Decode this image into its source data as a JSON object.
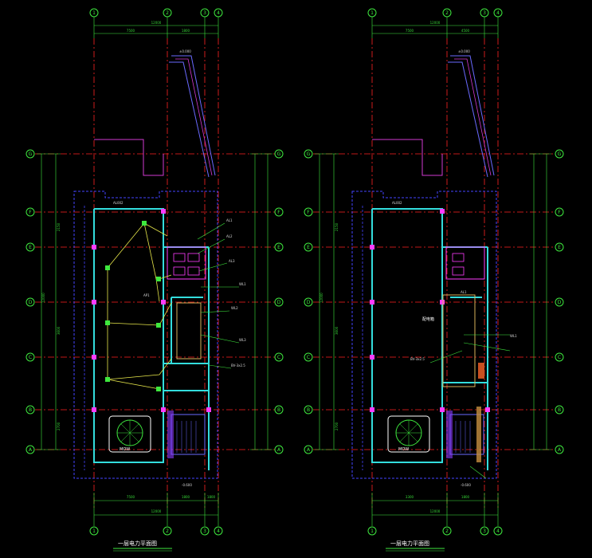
{
  "drawings": [
    {
      "id": "left",
      "title": "一层电力平面图",
      "col_axes": [
        "1",
        "2",
        "3",
        "4"
      ],
      "row_axes": [
        "G",
        "F",
        "E",
        "D",
        "C",
        "B",
        "A"
      ],
      "top_dims": [
        "12000",
        "7500",
        "1800"
      ],
      "bottom_dims": [
        "7500",
        "1800",
        "1800"
      ],
      "left_dims": [
        "2150",
        "3600",
        "2700"
      ],
      "total_dim": "12000",
      "level_top": "±0.000",
      "level_bottom": "-0.600",
      "panel": "AL002",
      "unit": "MOW",
      "annotations": [
        "AL1",
        "AL2",
        "AL3",
        "WL1",
        "WL2",
        "WL3",
        "BV-3x2.5",
        "AP1"
      ]
    },
    {
      "id": "right",
      "title": "一层电力平面图",
      "col_axes": [
        "1",
        "2",
        "3",
        "4"
      ],
      "row_axes": [
        "G",
        "F",
        "E",
        "D",
        "C",
        "B",
        "A"
      ],
      "top_dims": [
        "12000",
        "7500",
        "4500"
      ],
      "bottom_dims": [
        "3300",
        "1800"
      ],
      "left_dims": [
        "2150",
        "3600",
        "2700"
      ],
      "total_dim": "12000",
      "level_top": "±0.000",
      "level_bottom": "-0.600",
      "panel": "AL002",
      "unit": "MOW",
      "annotations": [
        "配电箱",
        "AL1",
        "WL1",
        "BV-3x2.5"
      ]
    }
  ],
  "colors": {
    "background": "#000000",
    "axis_circle": "#3ee83e",
    "grid_line": "#ff2222",
    "wall": "#33dddd",
    "outline": "#4444ff",
    "roof": "#d23ad2",
    "wiring": "#e6e64a",
    "equipment": "#ff3cff",
    "dimension": "#3ee83e"
  }
}
